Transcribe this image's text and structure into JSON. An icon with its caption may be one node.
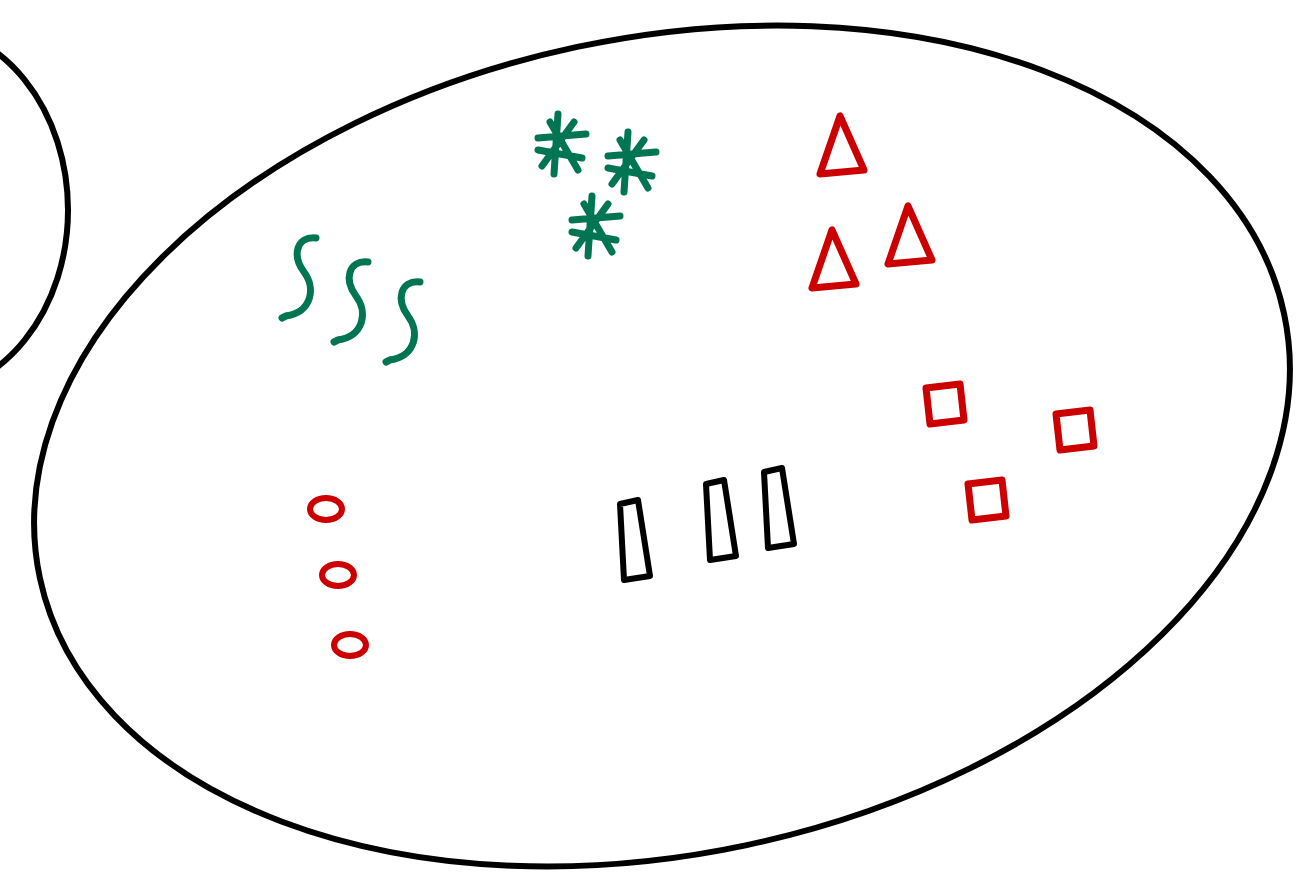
{
  "diagram": {
    "nodes": [
      {
        "text": [],
        "shape": "ellipse"
      },
      {
        "text": [],
        "shape": "ellipse"
      },
      {
        "text": [],
        "shape": "squiggle",
        "in": 1
      },
      {
        "text": [],
        "shape": "squiggle",
        "in": 1
      },
      {
        "text": [],
        "shape": "squiggle",
        "in": 1
      },
      {
        "text": [],
        "shape": "star",
        "in": 1
      },
      {
        "text": [],
        "shape": "star",
        "in": 1
      },
      {
        "text": [],
        "shape": "star",
        "in": 1
      },
      {
        "text": [],
        "shape": "triangle",
        "in": 1
      },
      {
        "text": [],
        "shape": "triangle",
        "in": 1
      },
      {
        "text": [],
        "shape": "triangle",
        "in": 1
      },
      {
        "text": [],
        "shape": "box",
        "in": 1
      },
      {
        "text": [],
        "shape": "box",
        "in": 1
      },
      {
        "text": [],
        "shape": "box",
        "in": 1
      },
      {
        "text": [],
        "shape": "circle",
        "in": 1
      },
      {
        "text": [],
        "shape": "circle",
        "in": 1
      },
      {
        "text": [],
        "shape": "circle",
        "in": 1
      },
      {
        "text": [],
        "shape": "bar",
        "in": 1
      },
      {
        "text": [],
        "shape": "bar",
        "in": 1
      },
      {
        "text": [],
        "shape": "bar",
        "in": 1
      }
    ]
  }
}
